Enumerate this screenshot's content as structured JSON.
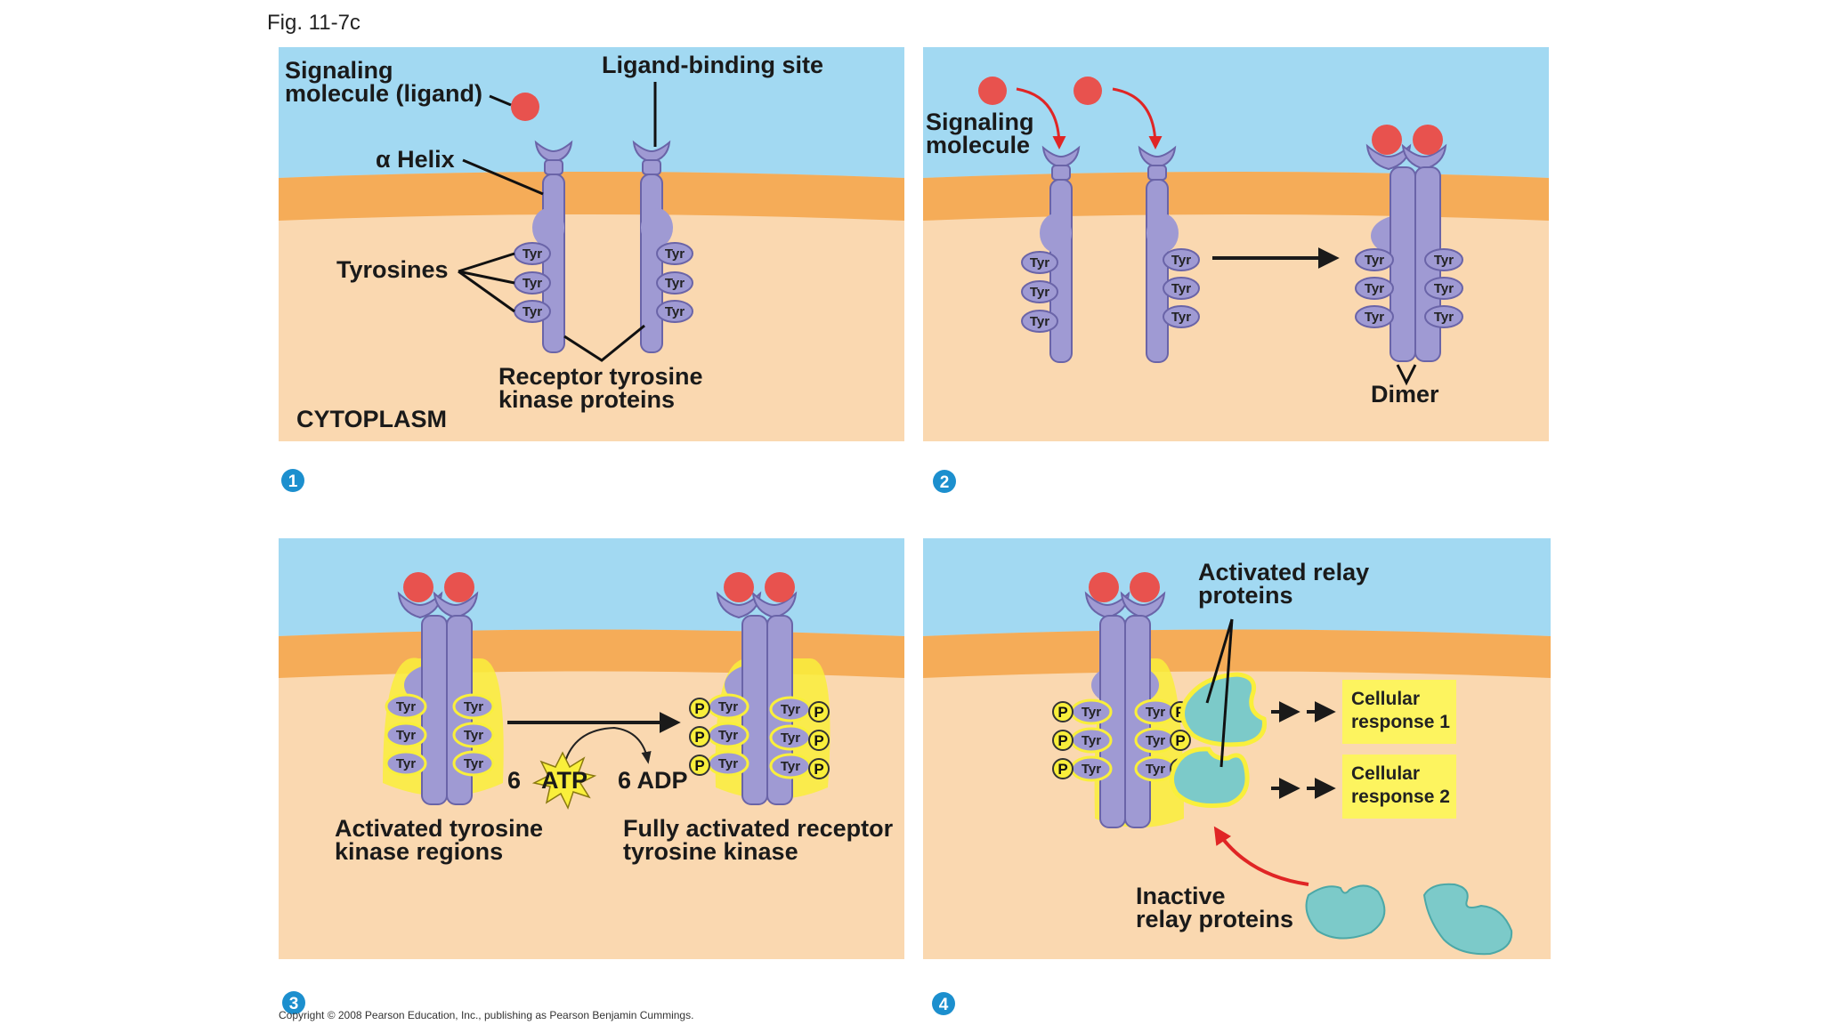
{
  "figure_label": "Fig. 11-7c",
  "copyright": "Copyright © 2008 Pearson Education, Inc., publishing as Pearson Benjamin Cummings.",
  "tyr": "Tyr",
  "p": "P",
  "colors": {
    "extracellular": "#a2d9f2",
    "membrane": "#f5ac58",
    "cytoplasm": "#fad8b0",
    "receptor": "#9f9ad3",
    "receptor_stroke": "#6a64a8",
    "ligand": "#e8524e",
    "glow": "#f9ef3b",
    "relay": "#7ccac9",
    "response_box": "#fdf45f",
    "arrow_red": "#e02525",
    "step_circle": "#1c8fce"
  },
  "panel1": {
    "step": "1",
    "ligand_line1": "Signaling",
    "ligand_line2": "molecule (ligand)",
    "binding_site": "Ligand-binding site",
    "helix": "α Helix",
    "tyrosines": "Tyrosines",
    "rtk_line1": "Receptor tyrosine",
    "rtk_line2": "kinase proteins",
    "cytoplasm": "CYTOPLASM"
  },
  "panel2": {
    "step": "2",
    "signal_line1": "Signaling",
    "signal_line2": "molecule",
    "dimer": "Dimer"
  },
  "panel3": {
    "step": "3",
    "activated_line1": "Activated tyrosine",
    "activated_line2": "kinase regions",
    "atp_count": "6",
    "atp": "ATP",
    "adp": "6 ADP",
    "full_line1": "Fully activated receptor",
    "full_line2": "tyrosine kinase"
  },
  "panel4": {
    "step": "4",
    "relay_line1": "Activated relay",
    "relay_line2": "proteins",
    "response1_line1": "Cellular",
    "response1_line2": "response 1",
    "response2_line1": "Cellular",
    "response2_line2": "response 2",
    "inactive_line1": "Inactive",
    "inactive_line2": "relay proteins"
  }
}
